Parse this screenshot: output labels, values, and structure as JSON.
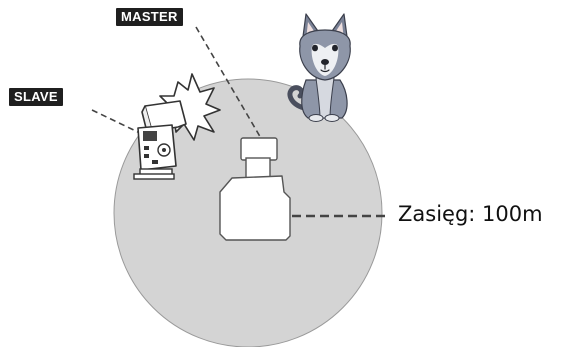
{
  "labels": {
    "master": "MASTER",
    "slave": "SLAVE",
    "range": "Zasięg: 100m"
  },
  "colors": {
    "range_area": "#d4d4d4",
    "range_outline": "#9a9a9a",
    "tag_background": "#1f1f1f",
    "line": "#444444"
  },
  "icons": [
    "flash-unit-icon",
    "camera-with-flash-icon",
    "dog-icon",
    "flash-burst-icon"
  ]
}
